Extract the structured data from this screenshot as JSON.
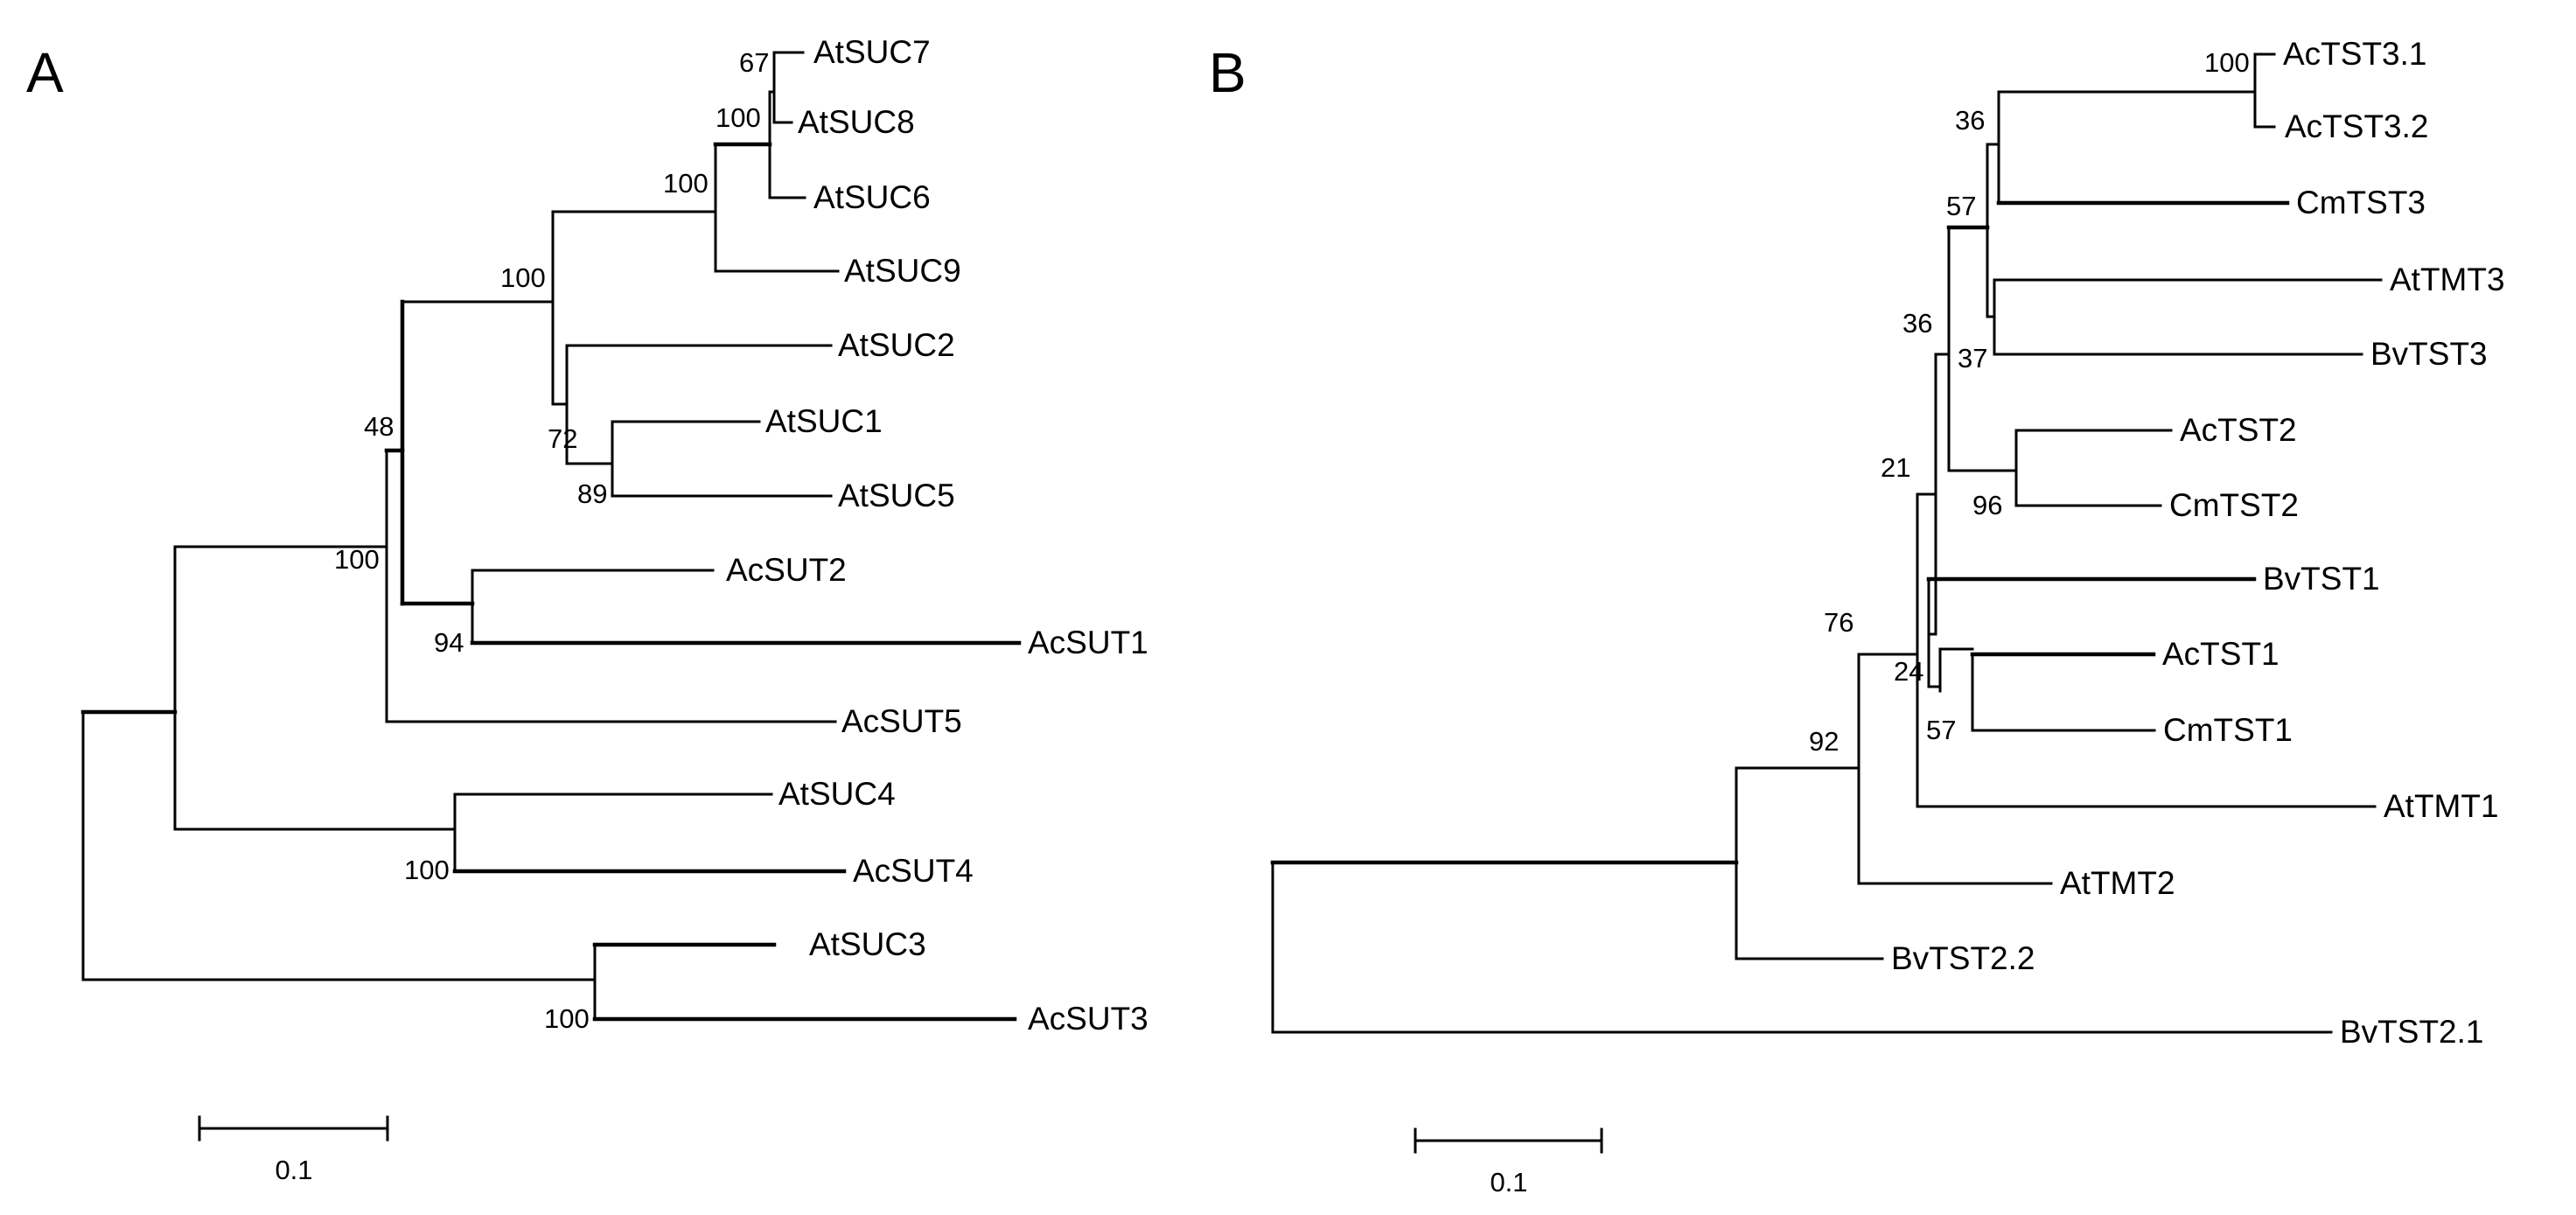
{
  "figure": {
    "panels": [
      {
        "id": "A",
        "letter": "A",
        "leaves": [
          "AtSUC7",
          "AtSUC8",
          "AtSUC6",
          "AtSUC9",
          "AtSUC2",
          "AtSUC1",
          "AtSUC5",
          "AcSUT2",
          "AcSUT1",
          "AcSUT5",
          "AtSUC4",
          "AcSUT4",
          "AtSUC3",
          "AcSUT3"
        ],
        "bootstrap": [
          "67",
          "100",
          "100",
          "100",
          "72",
          "89",
          "48",
          "100",
          "94",
          "100",
          "100"
        ],
        "scale_bar": {
          "label": "0.1",
          "value": 0.1
        }
      },
      {
        "id": "B",
        "letter": "B",
        "leaves": [
          "AcTST3.1",
          "AcTST3.2",
          "CmTST3",
          "AtTMT3",
          "BvTST3",
          "AcTST2",
          "CmTST2",
          "BvTST1",
          "AcTST1",
          "CmTST1",
          "AtTMT1",
          "AtTMT2",
          "BvTST2.2",
          "BvTST2.1"
        ],
        "bootstrap": [
          "100",
          "36",
          "57",
          "37",
          "36",
          "96",
          "21",
          "76",
          "24",
          "57",
          "92"
        ],
        "scale_bar": {
          "label": "0.1",
          "value": 0.1
        }
      }
    ]
  }
}
